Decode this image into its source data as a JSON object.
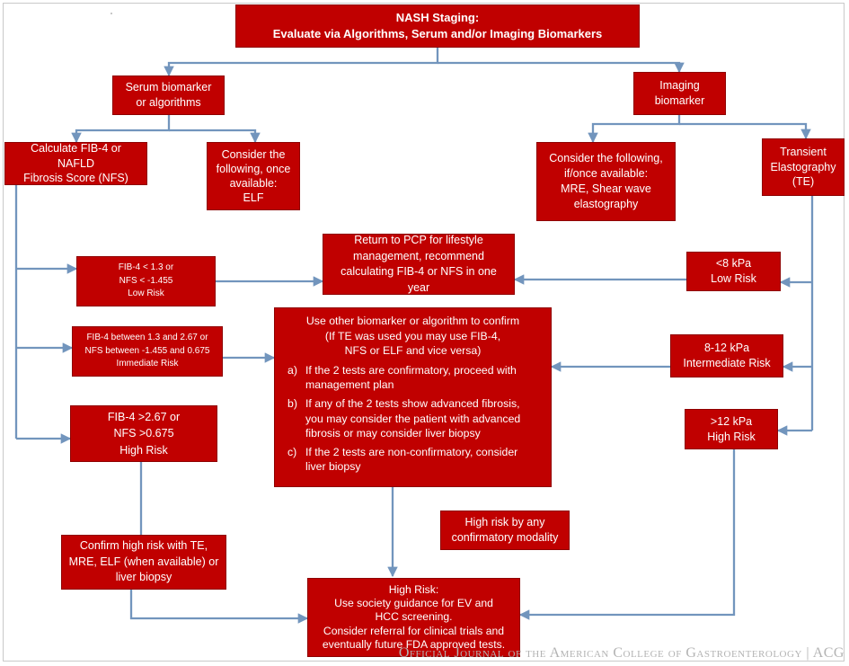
{
  "nodes": {
    "staging": {
      "lines": [
        "NASH Staging:",
        "Evaluate via Algorithms, Serum and/or Imaging Biomarkers"
      ]
    },
    "serum": {
      "lines": [
        "Serum biomarker",
        "or algorithms"
      ]
    },
    "imaging": {
      "lines": [
        "Imaging",
        "biomarker"
      ]
    },
    "fib4_calc": {
      "lines": [
        "Calculate FIB-4 or NAFLD",
        "Fibrosis Score (NFS)"
      ]
    },
    "consider_elf": {
      "lines": [
        "Consider the",
        "following, once",
        "available:",
        "ELF"
      ]
    },
    "consider_mre": {
      "lines": [
        "Consider the following,",
        "if/once available:",
        "MRE, Shear wave",
        "elastography"
      ]
    },
    "te": {
      "lines": [
        "Transient",
        "Elastography",
        "(TE)"
      ]
    },
    "low_fib": {
      "lines": [
        "FIB-4 < 1.3 or",
        "NFS < -1.455",
        "Low Risk"
      ]
    },
    "return_pcp": {
      "lines": [
        "Return to PCP for lifestyle",
        "management, recommend",
        "calculating FIB-4 or NFS in one year"
      ]
    },
    "kpa8": {
      "lines": [
        "<8 kPa",
        "Low Risk"
      ]
    },
    "mid_fib": {
      "lines": [
        "FIB-4 between 1.3 and 2.67 or",
        "NFS between -1.455 and 0.675",
        "Immediate Risk"
      ]
    },
    "confirm": {
      "heading": "Use other biomarker or algorithm to confirm",
      "subheading": [
        "(If TE was used you may use FIB-4,",
        "NFS or ELF and vice versa)"
      ],
      "items": [
        {
          "marker": "a)",
          "text": "If the 2 tests are confirmatory, proceed with management plan"
        },
        {
          "marker": "b)",
          "text": "If any of the 2 tests show advanced fibrosis, you may consider the patient with advanced fibrosis or may consider liver biopsy"
        },
        {
          "marker": "c)",
          "text": "If the 2 tests are non-confirmatory, consider liver biopsy"
        }
      ]
    },
    "kpa812": {
      "lines": [
        "8-12 kPa",
        "Intermediate Risk"
      ]
    },
    "high_fib": {
      "lines": [
        "FIB-4 >2.67 or",
        "NFS >0.675",
        "High Risk"
      ]
    },
    "kpa12": {
      "lines": [
        ">12 kPa",
        "High Risk"
      ]
    },
    "high_any": {
      "lines": [
        "High risk by any",
        "confirmatory modality"
      ]
    },
    "confirm_high": {
      "lines": [
        "Confirm high risk with TE,",
        "MRE, ELF (when available) or",
        "liver biopsy"
      ]
    },
    "high_final": {
      "lines": [
        "High Risk:",
        "Use society guidance for EV and",
        "HCC screening.",
        "Consider referral for clinical trials and",
        "eventually future FDA approved tests."
      ]
    }
  },
  "footer": "Official Journal of the American College of Gastroenterology | ACG",
  "colors": {
    "box": "#c00000",
    "arrow": "#7295bd",
    "footer": "#b3b3b3"
  }
}
